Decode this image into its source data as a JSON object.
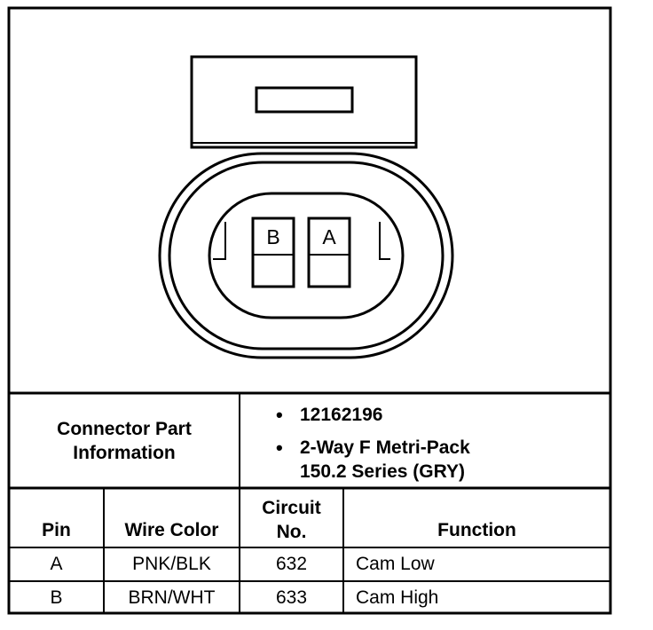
{
  "connector": {
    "cavities": [
      "B",
      "A"
    ]
  },
  "part_info": {
    "label_line1": "Connector Part",
    "label_line2": "Information",
    "bullet_char": "•",
    "part_number": "12162196",
    "description_line1": "2-Way F Metri-Pack",
    "description_line2": "150.2 Series (GRY)"
  },
  "table": {
    "headers": {
      "pin": "Pin",
      "wire_color": "Wire Color",
      "circuit_line1": "Circuit",
      "circuit_line2": "No.",
      "function": "Function"
    },
    "rows": [
      {
        "pin": "A",
        "wire_color": "PNK/BLK",
        "circuit": "632",
        "function": "Cam Low"
      },
      {
        "pin": "B",
        "wire_color": "BRN/WHT",
        "circuit": "633",
        "function": "Cam High"
      }
    ]
  }
}
